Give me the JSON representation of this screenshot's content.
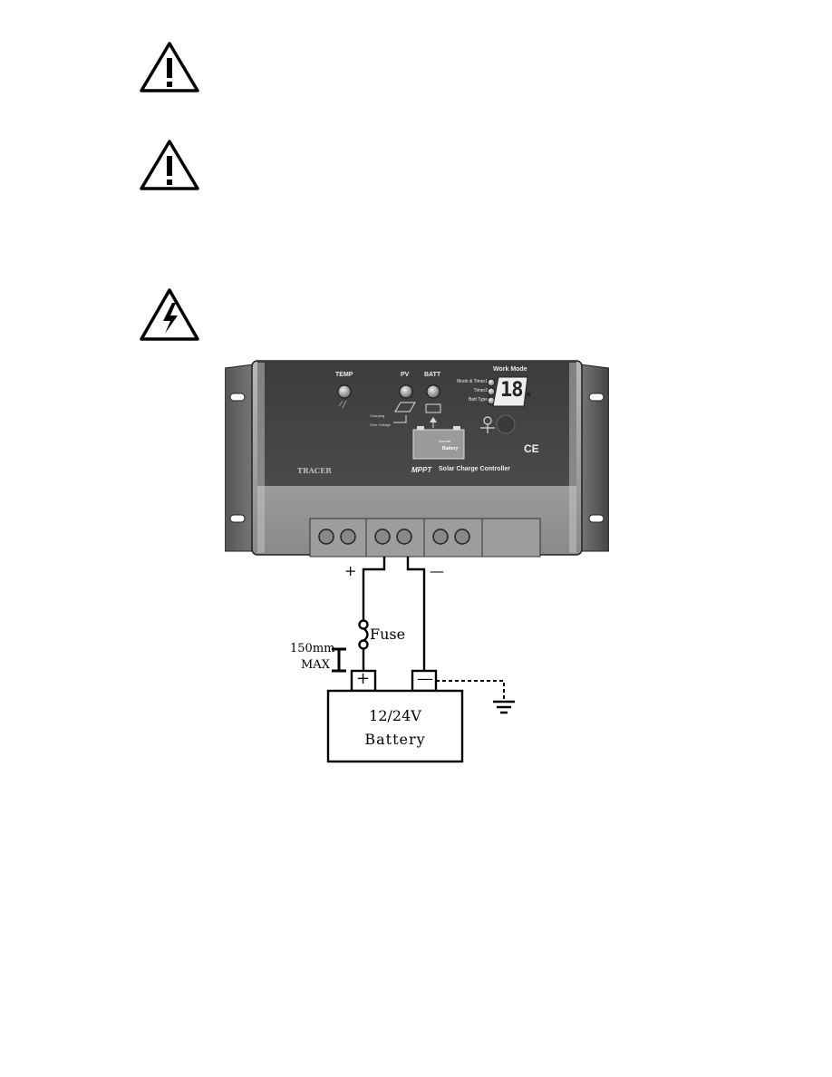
{
  "page": {
    "warnings": [
      {
        "icon": "caution-triangle-icon"
      },
      {
        "icon": "caution-triangle-icon"
      },
      {
        "icon": "high-voltage-triangle-icon"
      }
    ]
  },
  "controller": {
    "brand": "TRACER",
    "product_line": "MPPT",
    "product_label": "Solar Charge Controller",
    "ce_mark": "CE",
    "indicators": {
      "temp": "TEMP",
      "pv": "PV",
      "batt": "BATT"
    },
    "work_mode": {
      "title": "Work Mode",
      "items": [
        "Mode & Timer1",
        "Timer2",
        "Batt Type"
      ],
      "display_value": "18."
    },
    "diagram_labels": {
      "charging": "Charging",
      "over_voltage": "Over Voltage",
      "battery": "Battery",
      "normal": "Normal"
    },
    "terminal_pairs": 3
  },
  "wiring": {
    "positive_sign": "+",
    "negative_sign": "—",
    "fuse_label": "Fuse",
    "distance_value": "150mm",
    "distance_max": "MAX",
    "battery_voltage": "12/24V",
    "battery_label": "Battery",
    "battery_positive": "+",
    "battery_negative": "—"
  },
  "colors": {
    "line": "#000000",
    "controller_face": "#444444",
    "controller_body": "#9a9a9a"
  }
}
